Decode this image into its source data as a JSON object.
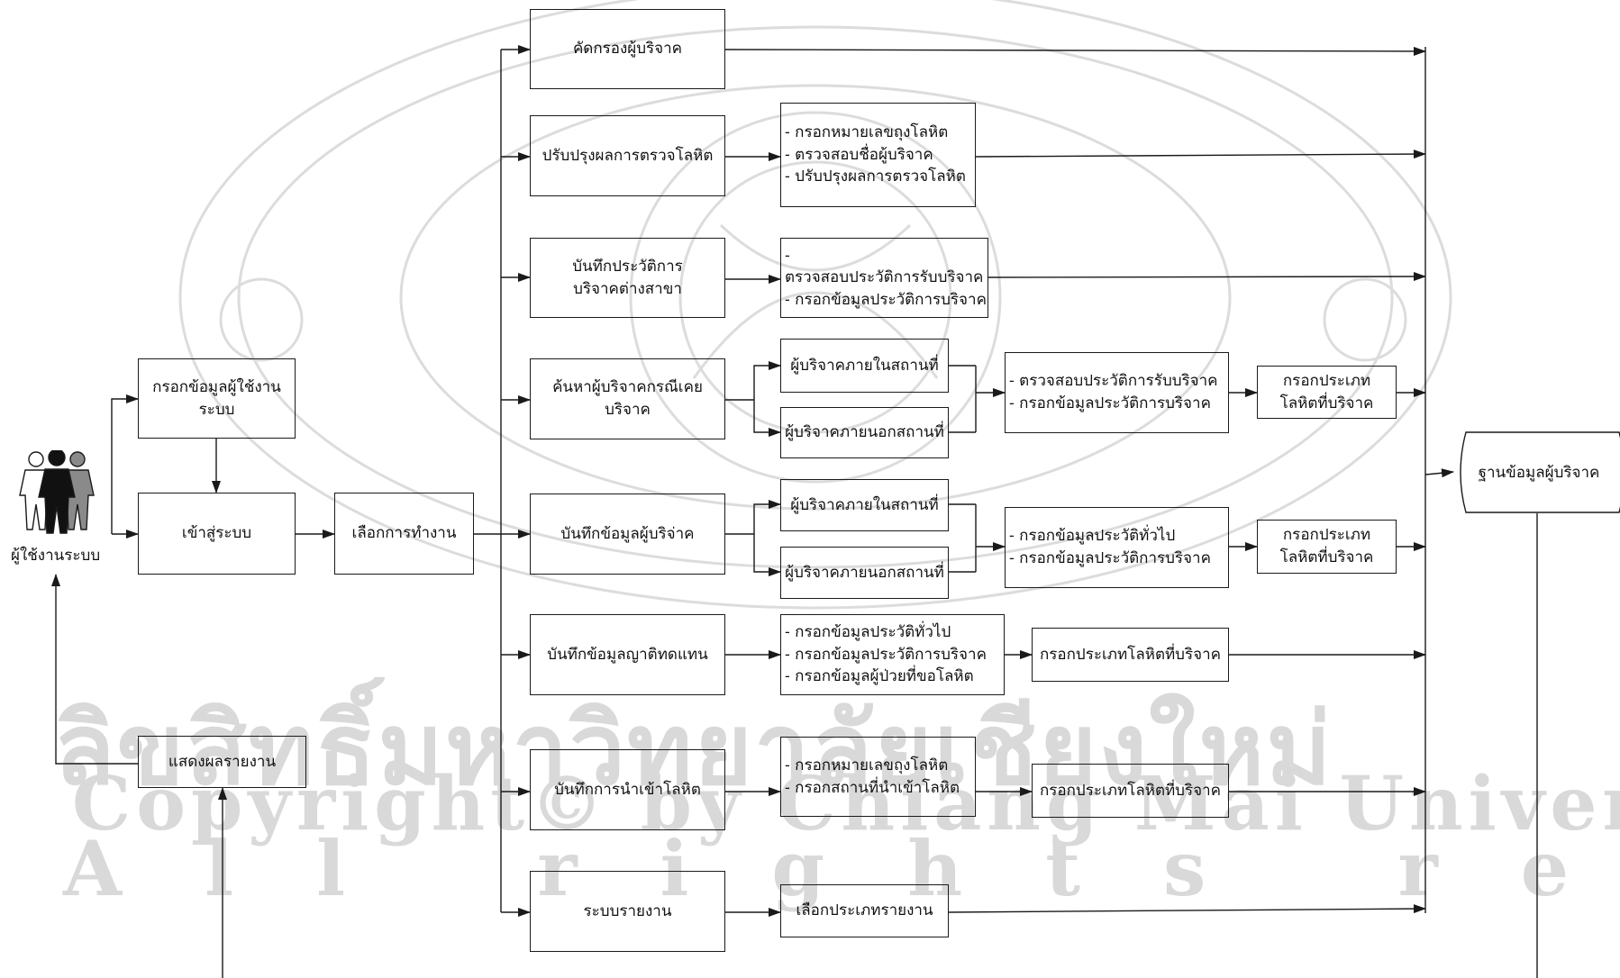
{
  "diagram": {
    "actor": {
      "label": "ผู้ใช้งานระบบ"
    },
    "boxes": {
      "enter_user": "กรอกข้อมูลผู้ใช้งานระบบ",
      "login": "เข้าสู่ระบบ",
      "report": "แสดงผลรายงาน",
      "choose": "เลือกการทำงาน",
      "screen": "คัดกรองผู้บริจาค",
      "update": "ปรับปรุงผลการตรวจโลหิต",
      "branch_hist": "บันทึกประวัติการบริจาคต่างสาขา",
      "search": "ค้นหาผู้บริจาคกรณีเคยบริจาค",
      "record_donor": "บันทึกข้อมูลผู้บริจ่าค",
      "relative": "บันทึกข้อมูลญาติทดแทน",
      "import": "บันทึกการนำเข้าโลหิต",
      "report_sys": "ระบบรายงาน",
      "s_in": "ผู้บริจาคภายในสถานที่",
      "s_out": "ผู้บริจาคภายนอกสถานที่",
      "r_in": "ผู้บริจาคภายในสถานที่",
      "r_out": "ผู้บริจาคภายนอกสถานที่",
      "s_type": "กรอกประเภทโลหิตที่บริจาค",
      "r_type": "กรอกประเภทโลหิตที่บริจาค",
      "rel_type": "กรอกประเภทโลหิตที่บริจาค",
      "imp_type": "กรอกประเภทโลหิตที่บริจาค",
      "rpt_type": "เลือกประเภทรายงาน"
    },
    "lists": {
      "update_list": [
        "- กรอกหมายเลขถุงโลหิต",
        "- ตรวจสอบชื่อผู้บริจาค",
        "- ปรับปรุงผลการตรวจโลหิต"
      ],
      "branch_list": [
        "-",
        "ตรวจสอบประวัติการรับบริจาค",
        "- กรอกข้อมูลประวัติการบริจาค"
      ],
      "search_list": [
        "- ตรวจสอบประวัติการรับบริจาค",
        "- กรอกข้อมูลประวัติการบริจาค"
      ],
      "record_list": [
        "- กรอกข้อมูลประวัติทั่วไป",
        "- กรอกข้อมูลประวัติการบริจาค"
      ],
      "relative_list": [
        "- กรอกข้อมูลประวัติทั่วไป",
        "- กรอกข้อมูลประวัติการบริจาค",
        "- กรอกข้อมูลผู้ป่วยที่ขอโลหิต"
      ],
      "import_list": [
        "- กรอกหมายเลขถุงโลหิต",
        "- กรอกสถานที่นำเข้าโลหิต"
      ]
    },
    "database": "ฐานข้อมูลผู้บริจาค"
  },
  "watermark": {
    "thai": "ลิขสิทธิ์มหาวิทยาลัยเชียงใหม่",
    "copyright": "Copyright© by Chiang Mai University",
    "rights": "All rights reserved"
  },
  "colors": {
    "line": "#1a1a1a",
    "watermark": "#d9d9d9"
  }
}
